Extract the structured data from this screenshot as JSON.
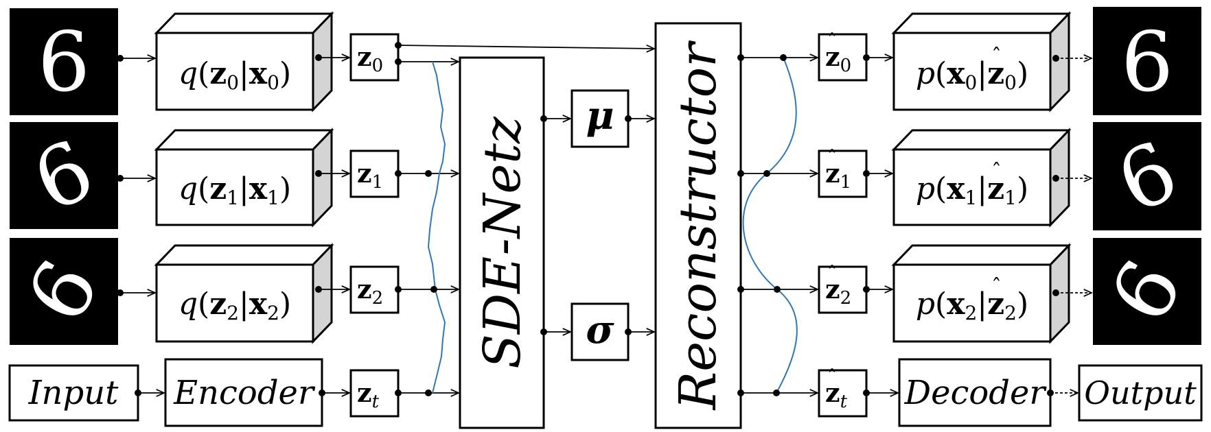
{
  "rows": [
    {
      "index": "0",
      "digit": "6"
    },
    {
      "index": "1",
      "digit": "6"
    },
    {
      "index": "2",
      "digit": "6"
    }
  ],
  "symbols": {
    "q": "q",
    "p": "p",
    "z": "z",
    "x": "x",
    "t": "t",
    "open_paren": "(",
    "close_paren": ")",
    "bar": "|",
    "hat": "ˆ"
  },
  "labels": {
    "input": "Input",
    "encoder": "Encoder",
    "sde_net": "SDE-Netz",
    "mu": "μ",
    "sigma": "σ",
    "reconstructor": "Reconstructor",
    "decoder": "Decoder",
    "output": "Output"
  },
  "colors": {
    "trajectory": "#2f77b4",
    "box_stroke": "#000000",
    "image_bg": "#000000",
    "digit": "#ffffff",
    "box_side": "#d4d4d4"
  }
}
